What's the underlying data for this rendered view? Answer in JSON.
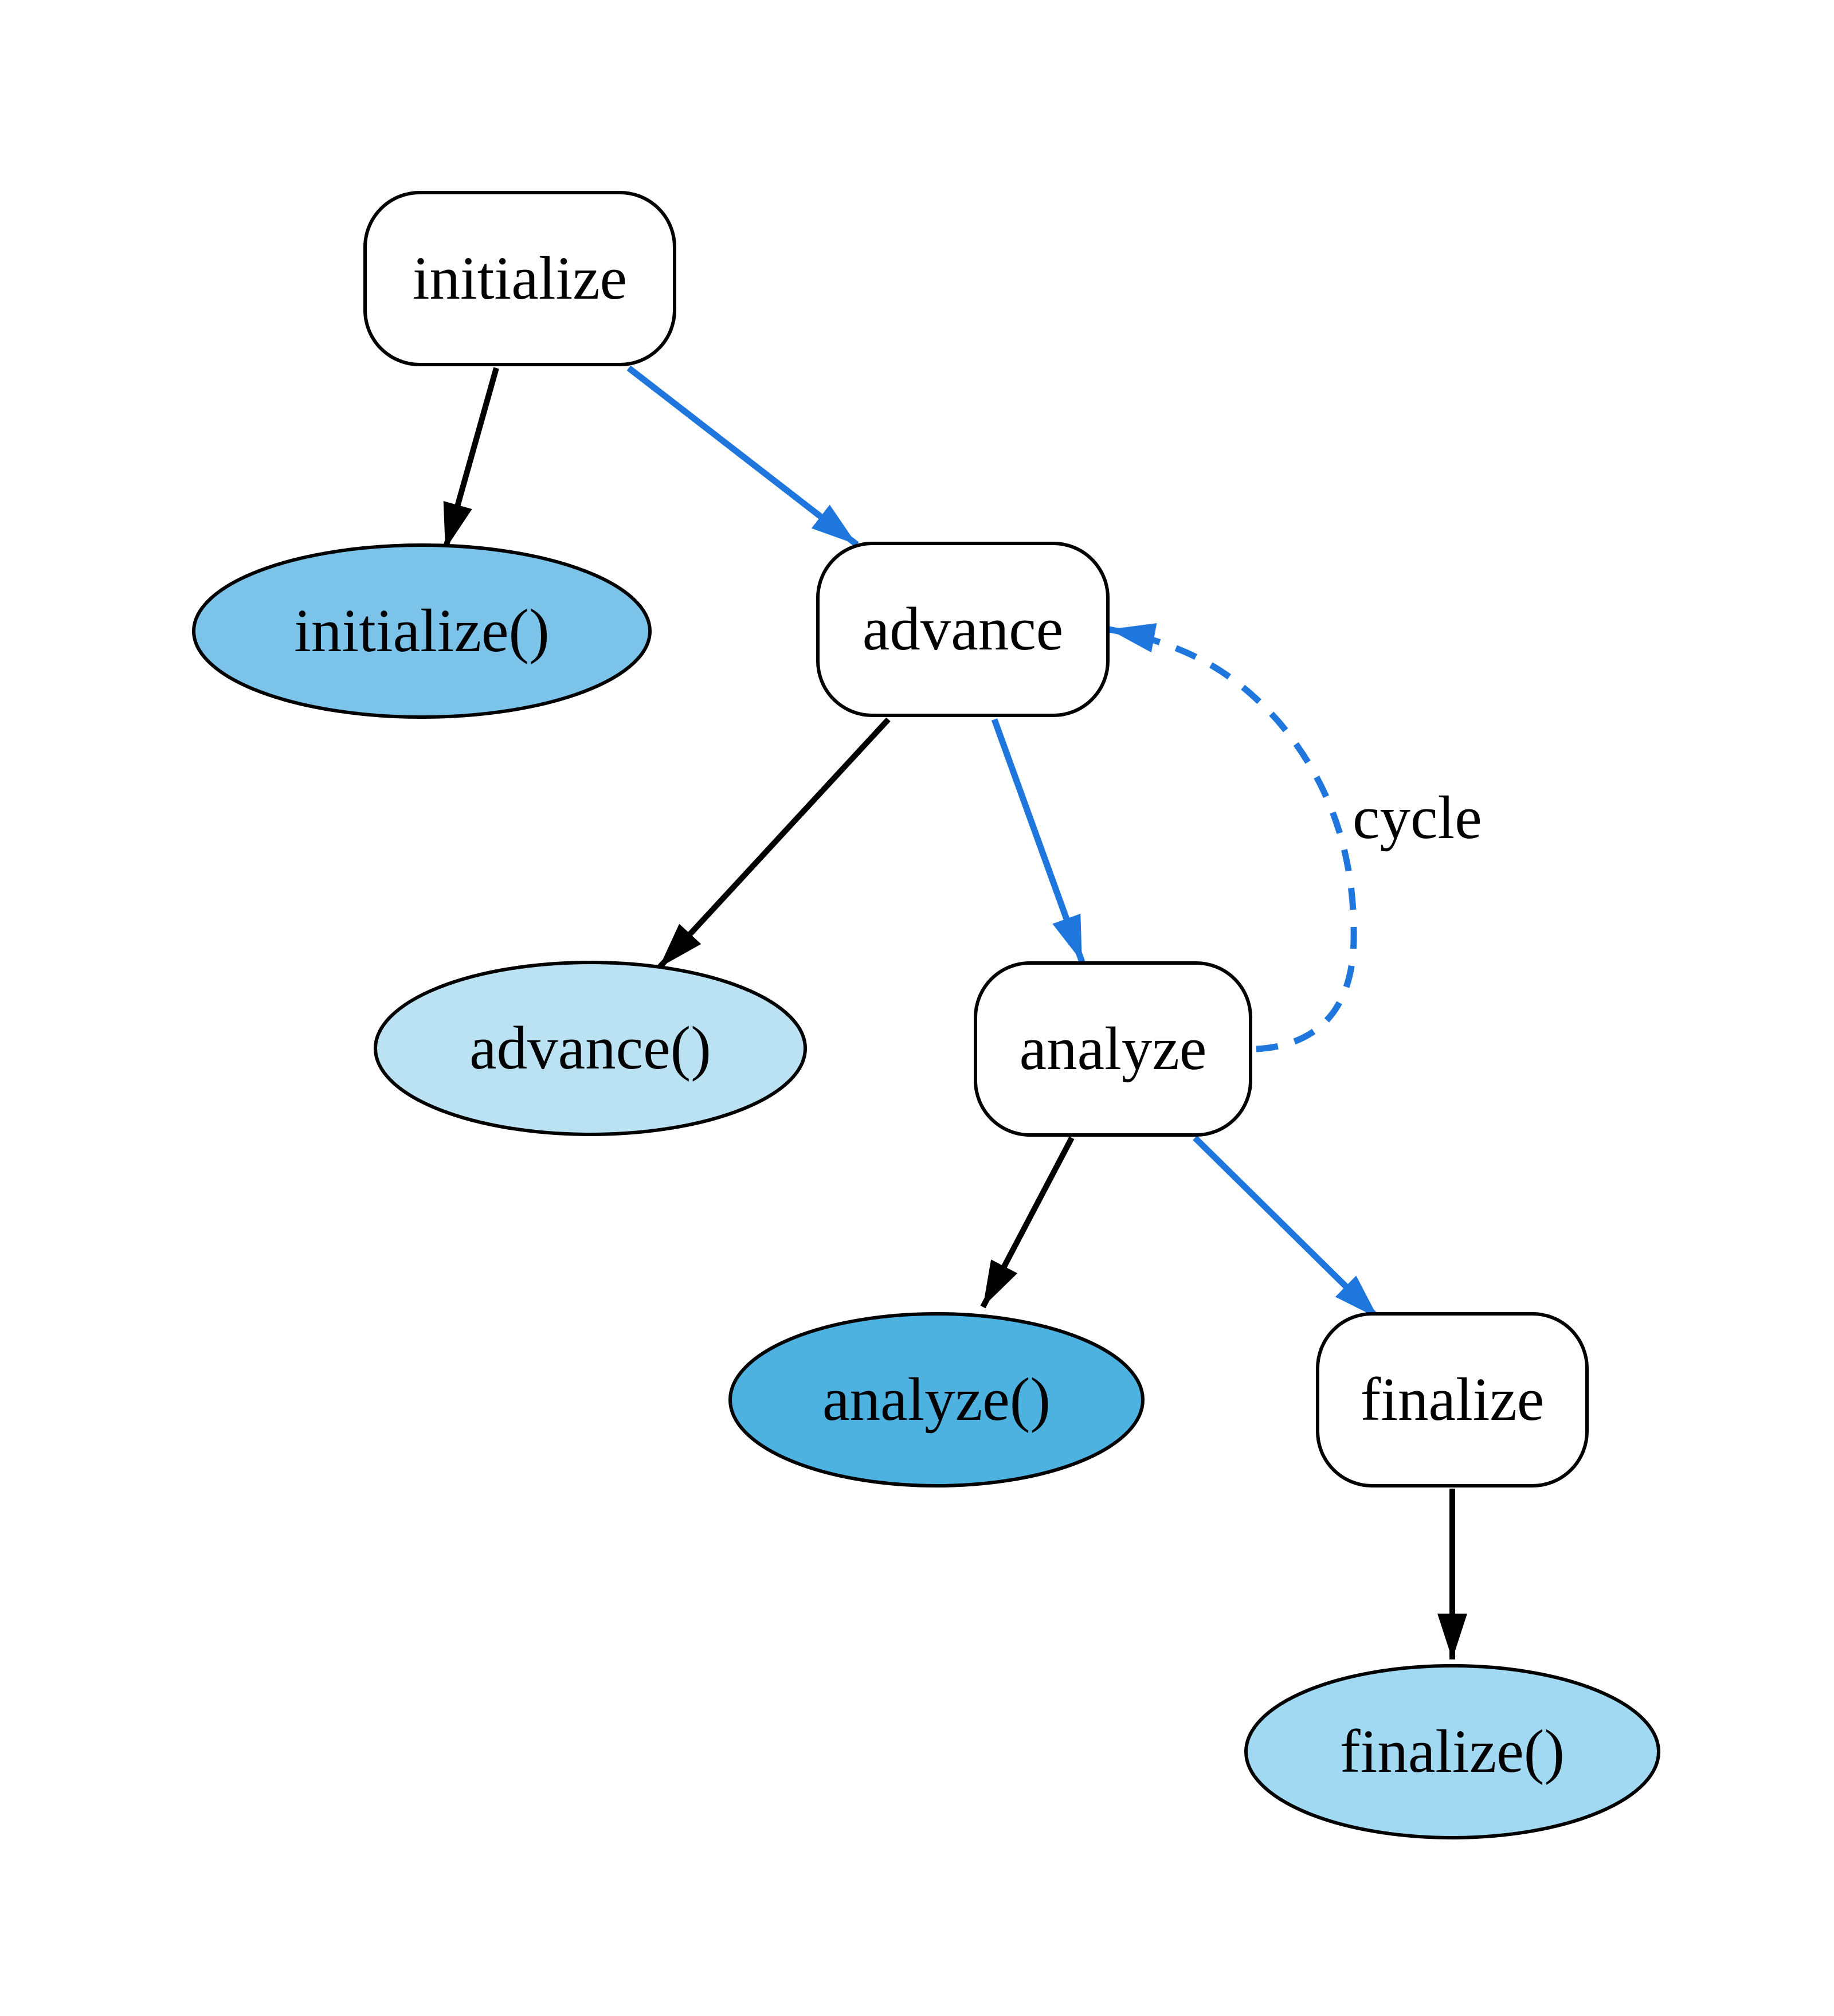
{
  "colors": {
    "background": "#ffffff",
    "outline": "#000000",
    "state_fill": "#ffffff",
    "flow_edge": "#1f77dd",
    "call_edge": "#000000"
  },
  "nodes": [
    {
      "id": "initialize",
      "label": "initialize",
      "kind": "state",
      "fill": "#ffffff"
    },
    {
      "id": "advance",
      "label": "advance",
      "kind": "state",
      "fill": "#ffffff"
    },
    {
      "id": "analyze",
      "label": "analyze",
      "kind": "state",
      "fill": "#ffffff"
    },
    {
      "id": "finalize",
      "label": "finalize",
      "kind": "state",
      "fill": "#ffffff"
    },
    {
      "id": "initialize_fn",
      "label": "initialize()",
      "kind": "function",
      "fill": "#7cc3ea"
    },
    {
      "id": "advance_fn",
      "label": "advance()",
      "kind": "function",
      "fill": "#bae2f3"
    },
    {
      "id": "analyze_fn",
      "label": "analyze()",
      "kind": "function",
      "fill": "#4db2e0"
    },
    {
      "id": "finalize_fn",
      "label": "finalize()",
      "kind": "function",
      "fill": "#a1d9f2"
    }
  ],
  "edges": [
    {
      "from": "initialize",
      "to": "initialize_fn",
      "style": "call"
    },
    {
      "from": "initialize",
      "to": "advance",
      "style": "flow"
    },
    {
      "from": "advance",
      "to": "advance_fn",
      "style": "call"
    },
    {
      "from": "advance",
      "to": "analyze",
      "style": "flow"
    },
    {
      "from": "analyze",
      "to": "advance",
      "style": "flow-dashed",
      "label": "cycle"
    },
    {
      "from": "analyze",
      "to": "analyze_fn",
      "style": "call"
    },
    {
      "from": "analyze",
      "to": "finalize",
      "style": "flow"
    },
    {
      "from": "finalize",
      "to": "finalize_fn",
      "style": "call"
    }
  ]
}
